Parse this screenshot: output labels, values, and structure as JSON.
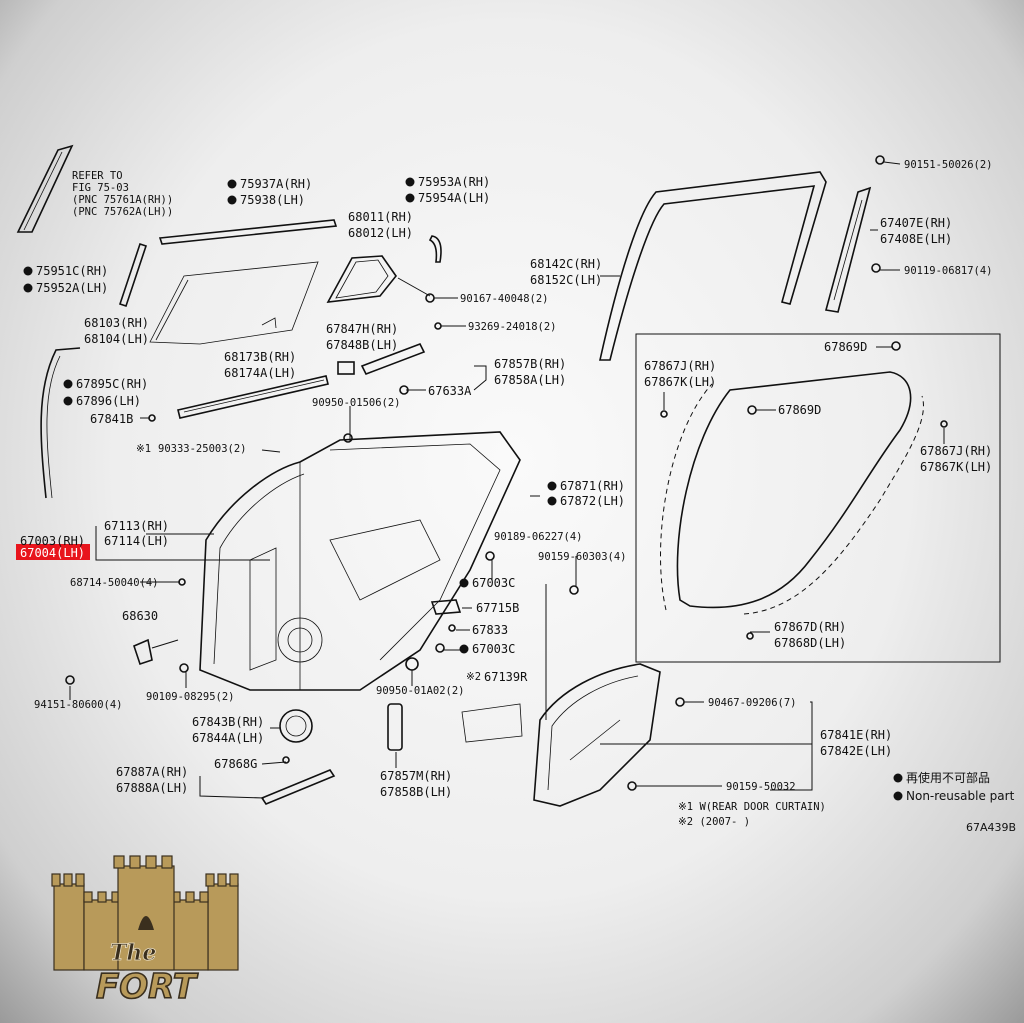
{
  "refer": {
    "line1": "REFER TO",
    "line2": "FIG 75-03",
    "line3": "(PNC 75761A(RH))",
    "line4": "(PNC 75762A(LH))"
  },
  "labels": {
    "p75937": "75937A(RH)",
    "p75938": "75938(LH)",
    "p75953": "75953A(RH)",
    "p75954": "75954A(LH)",
    "p68011": "68011(RH)",
    "p68012": "68012(LH)",
    "p90167": "90167-40048(2)",
    "p93269": "93269-24018(2)",
    "p75951": "75951C(RH)",
    "p75952": "75952A(LH)",
    "p68103": "68103(RH)",
    "p68104": "68104(LH)",
    "p67847": "67847H(RH)",
    "p67848": "67848B(LH)",
    "p68173": "68173B(RH)",
    "p68174": "68174A(LH)",
    "p67857b": "67857B(RH)",
    "p67858a": "67858A(LH)",
    "p67633": "67633A",
    "p67895": "67895C(RH)",
    "p67896": "67896(LH)",
    "p67841b": "67841B",
    "p90950_01506": "90950-01506(2)",
    "p90333": "90333-25003(2)",
    "p90333_mark": "※1",
    "p68142": "68142C(RH)",
    "p68152": "68152C(LH)",
    "p90151": "90151-50026(2)",
    "p67407": "67407E(RH)",
    "p67408": "67408E(LH)",
    "p90119": "90119-06817(4)",
    "p67869d_top": "67869D",
    "p67867j_l": "67867J(RH)",
    "p67867k_l": "67867K(LH)",
    "p67869d_mid": "67869D",
    "p67867j_r": "67867J(RH)",
    "p67867k_r": "67867K(LH)",
    "p67867d": "67867D(RH)",
    "p67868d": "67868D(LH)",
    "p67871": "67871(RH)",
    "p67872": "67872(LH)",
    "p67113": "67113(RH)",
    "p67114": "67114(LH)",
    "p67003": "67003(RH)",
    "p67004": "67004(LH)",
    "p90189": "90189-06227(4)",
    "p90159_60303": "90159-60303(4)",
    "p67003c_a": "67003C",
    "p68714": "68714-50040(4)",
    "p67715": "67715B",
    "p68630": "68630",
    "p67833": "67833",
    "p67003c_b": "67003C",
    "p94151": "94151-80600(4)",
    "p90109": "90109-08295(2)",
    "p90950_01a02": "90950-01A02(2)",
    "p67139": "67139R",
    "p67139_mark": "※2",
    "p90467": "90467-09206(7)",
    "p67843": "67843B(RH)",
    "p67844": "67844A(LH)",
    "p67841e": "67841E(RH)",
    "p67842e": "67842E(LH)",
    "p67887": "67887A(RH)",
    "p67888": "67888A(LH)",
    "p67868g": "67868G",
    "p67857m": "67857M(RH)",
    "p67858b": "67858B(LH)",
    "p90159_50032": "90159-50032"
  },
  "legend": {
    "line1": "再使用不可部品",
    "line2": "Non-reusable part"
  },
  "notes": {
    "note1": "※1 W(REAR DOOR CURTAIN)",
    "note2": "※2 (2007-      )"
  },
  "figure_code": "67A439B",
  "logo": {
    "text_top": "The",
    "text_bottom": "FORT"
  },
  "colors": {
    "highlight": "#e8141c",
    "ink": "#111111",
    "logo_gold": "#b89a5a",
    "logo_dark": "#3a2f1e"
  }
}
